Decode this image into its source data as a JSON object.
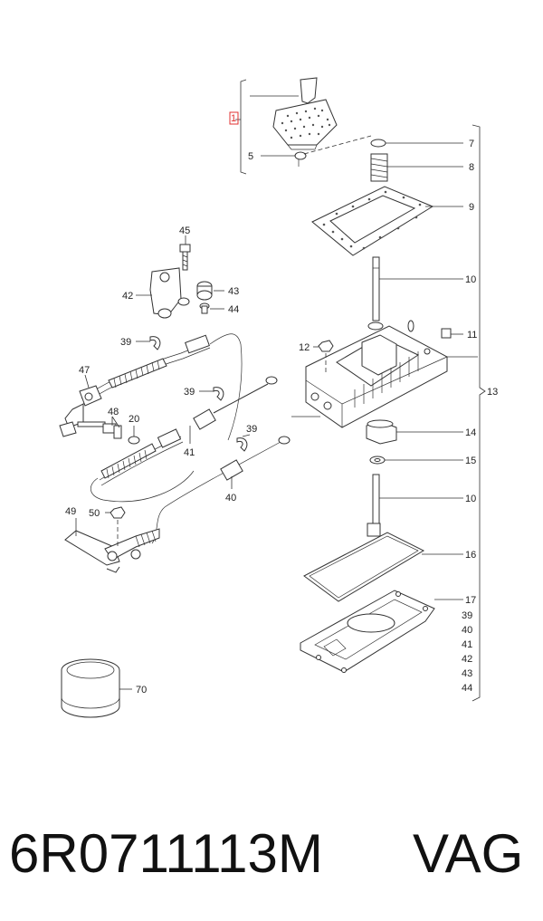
{
  "diagram": {
    "labels": {
      "l1": "1",
      "l5": "5",
      "l7": "7",
      "l8": "8",
      "l9": "9",
      "l10a": "10",
      "l45": "45",
      "l42": "42",
      "l43": "43",
      "l44": "44",
      "l11": "11",
      "l12": "12",
      "l13": "13",
      "l39a": "39",
      "l47": "47",
      "l39b": "39",
      "l48": "48",
      "l20": "20",
      "l41": "41",
      "l14": "14",
      "l15": "15",
      "l10b": "10",
      "l39c": "39",
      "l40": "40",
      "l49": "49",
      "l50": "50",
      "l16": "16",
      "l17": "17",
      "l39d": "39",
      "l40b": "40",
      "l41b": "41",
      "l42b": "42",
      "l43b": "43",
      "l44b": "44",
      "l70": "70"
    },
    "highlight_color": "#e03030"
  },
  "footer": {
    "part_number": "6R0711113M",
    "brand": "VAG"
  }
}
